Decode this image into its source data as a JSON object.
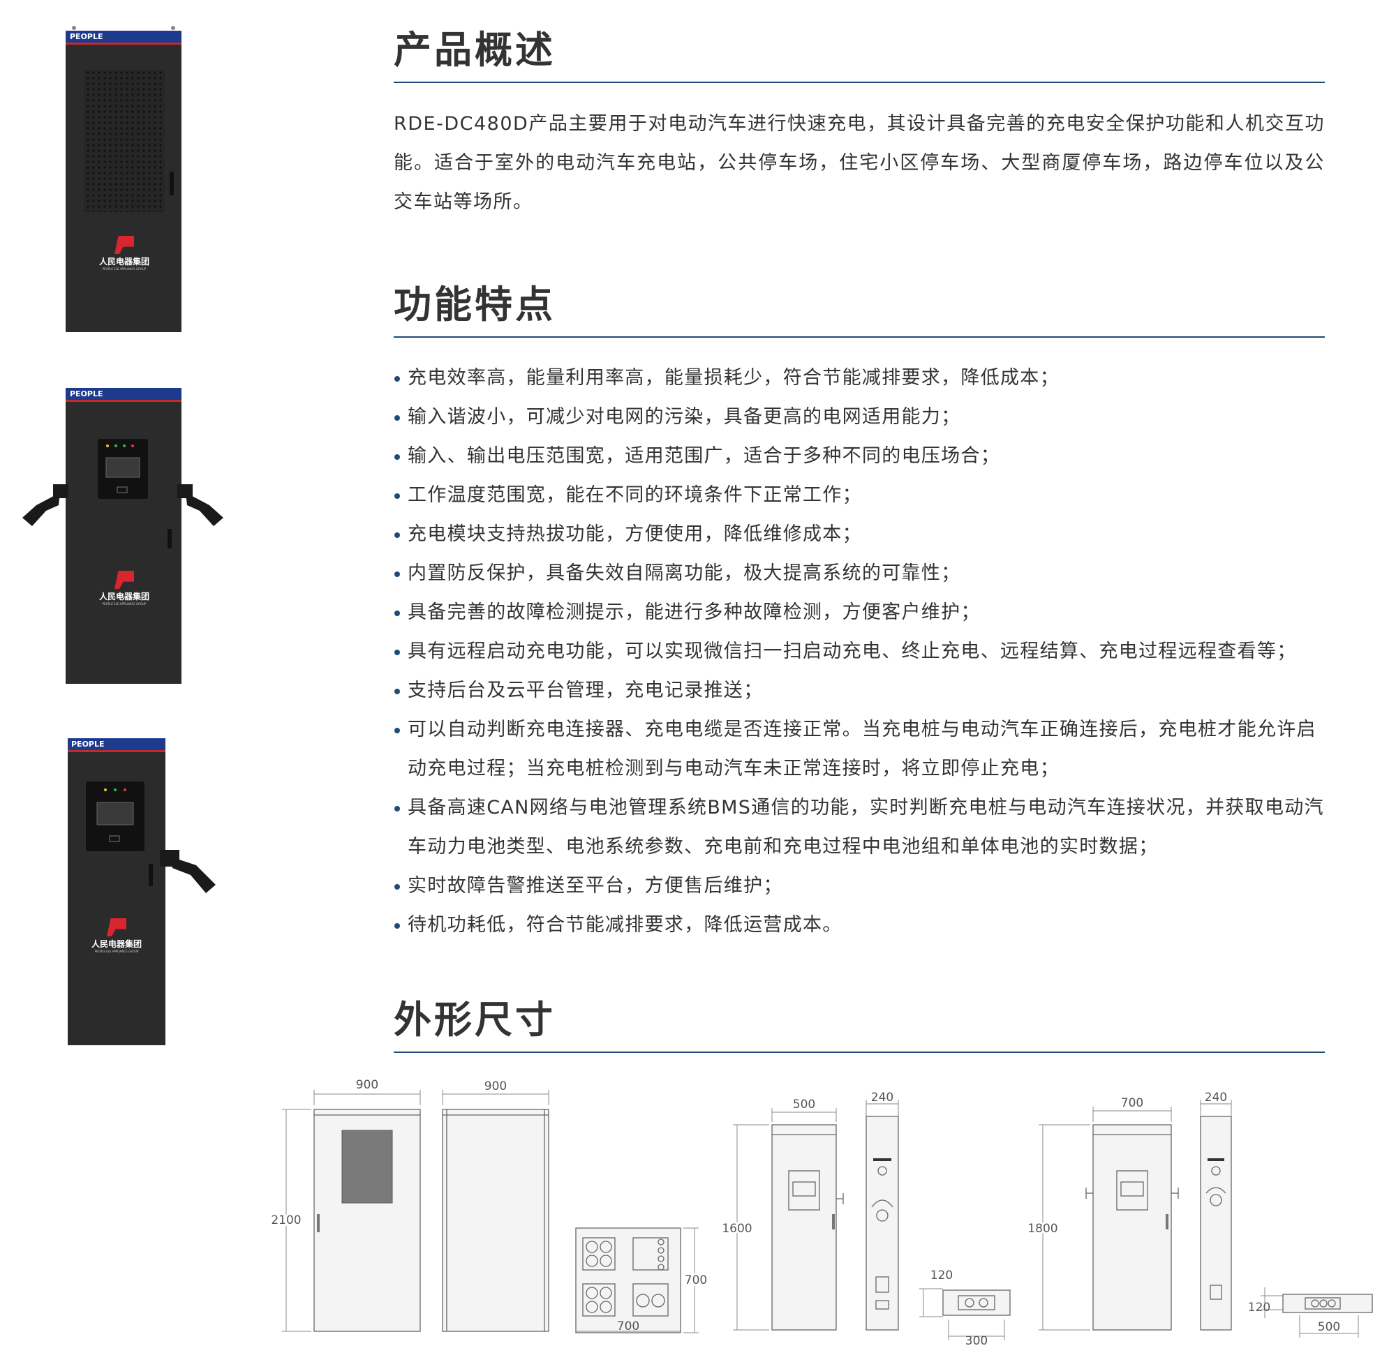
{
  "overview": {
    "title": "产品概述",
    "body": "RDE-DC480D产品主要用于对电动汽车进行快速充电，其设计具备完善的充电安全保护功能和人机交互功能。适合于室外的电动汽车充电站，公共停车场，住宅小区停车场、大型商厦停车场，路边停车位以及公交车站等场所。"
  },
  "features": {
    "title": "功能特点",
    "items": [
      "充电效率高，能量利用率高，能量损耗少，符合节能减排要求，降低成本；",
      "输入谐波小，可减少对电网的污染，具备更高的电网适用能力；",
      "输入、输出电压范围宽，适用范围广，适合于多种不同的电压场合；",
      "工作温度范围宽，能在不同的环境条件下正常工作；",
      "充电模块支持热拔功能，方便使用，降低维修成本；",
      "内置防反保护，具备失效自隔离功能，极大提高系统的可靠性；",
      "具备完善的故障检测提示，能进行多种故障检测，方便客户维护；",
      "具有远程启动充电功能，可以实现微信扫一扫启动充电、终止充电、远程结算、充电过程远程查看等；",
      "支持后台及云平台管理，充电记录推送；",
      "可以自动判断充电连接器、充电电缆是否连接正常。当充电桩与电动汽车正确连接后，充电桩才能允许启动充电过程；当充电桩检测到与电动汽车未正常连接时，将立即停止充电；",
      "具备高速CAN网络与电池管理系统BMS通信的功能，实时判断充电桩与电动汽车连接状况，并获取电动汽车动力电池类型、电池系统参数、充电前和充电过程中电池组和单体电池的实时数据；",
      "实时故障告警推送至平台，方便售后维护；",
      "待机功耗低，符合节能减排要求，降低运营成本。"
    ]
  },
  "dimensions": {
    "title": "外形尺寸",
    "cabinet_front_width": "900",
    "cabinet_side_width": "900",
    "cabinet_height": "2100",
    "base_depth": "700",
    "base_width": "700",
    "dual_width": "500",
    "dual_depth": "240",
    "dual_height": "1600",
    "dual_foot_depth": "120",
    "dual_foot_width": "300",
    "single_width": "700",
    "single_depth": "240",
    "single_height": "1800",
    "single_foot_depth": "120",
    "single_foot_width": "500"
  },
  "brand": {
    "label": "PEOPLE",
    "logo_text": "人民电器集团",
    "logo_sub": "PEOPLE ELE.APPLIANCE GROUP"
  },
  "colors": {
    "accent": "#1f4b74",
    "cabinet": "#2b2b2b",
    "brand_bar": "#1e3a8c",
    "logo_red": "#d7262f"
  }
}
